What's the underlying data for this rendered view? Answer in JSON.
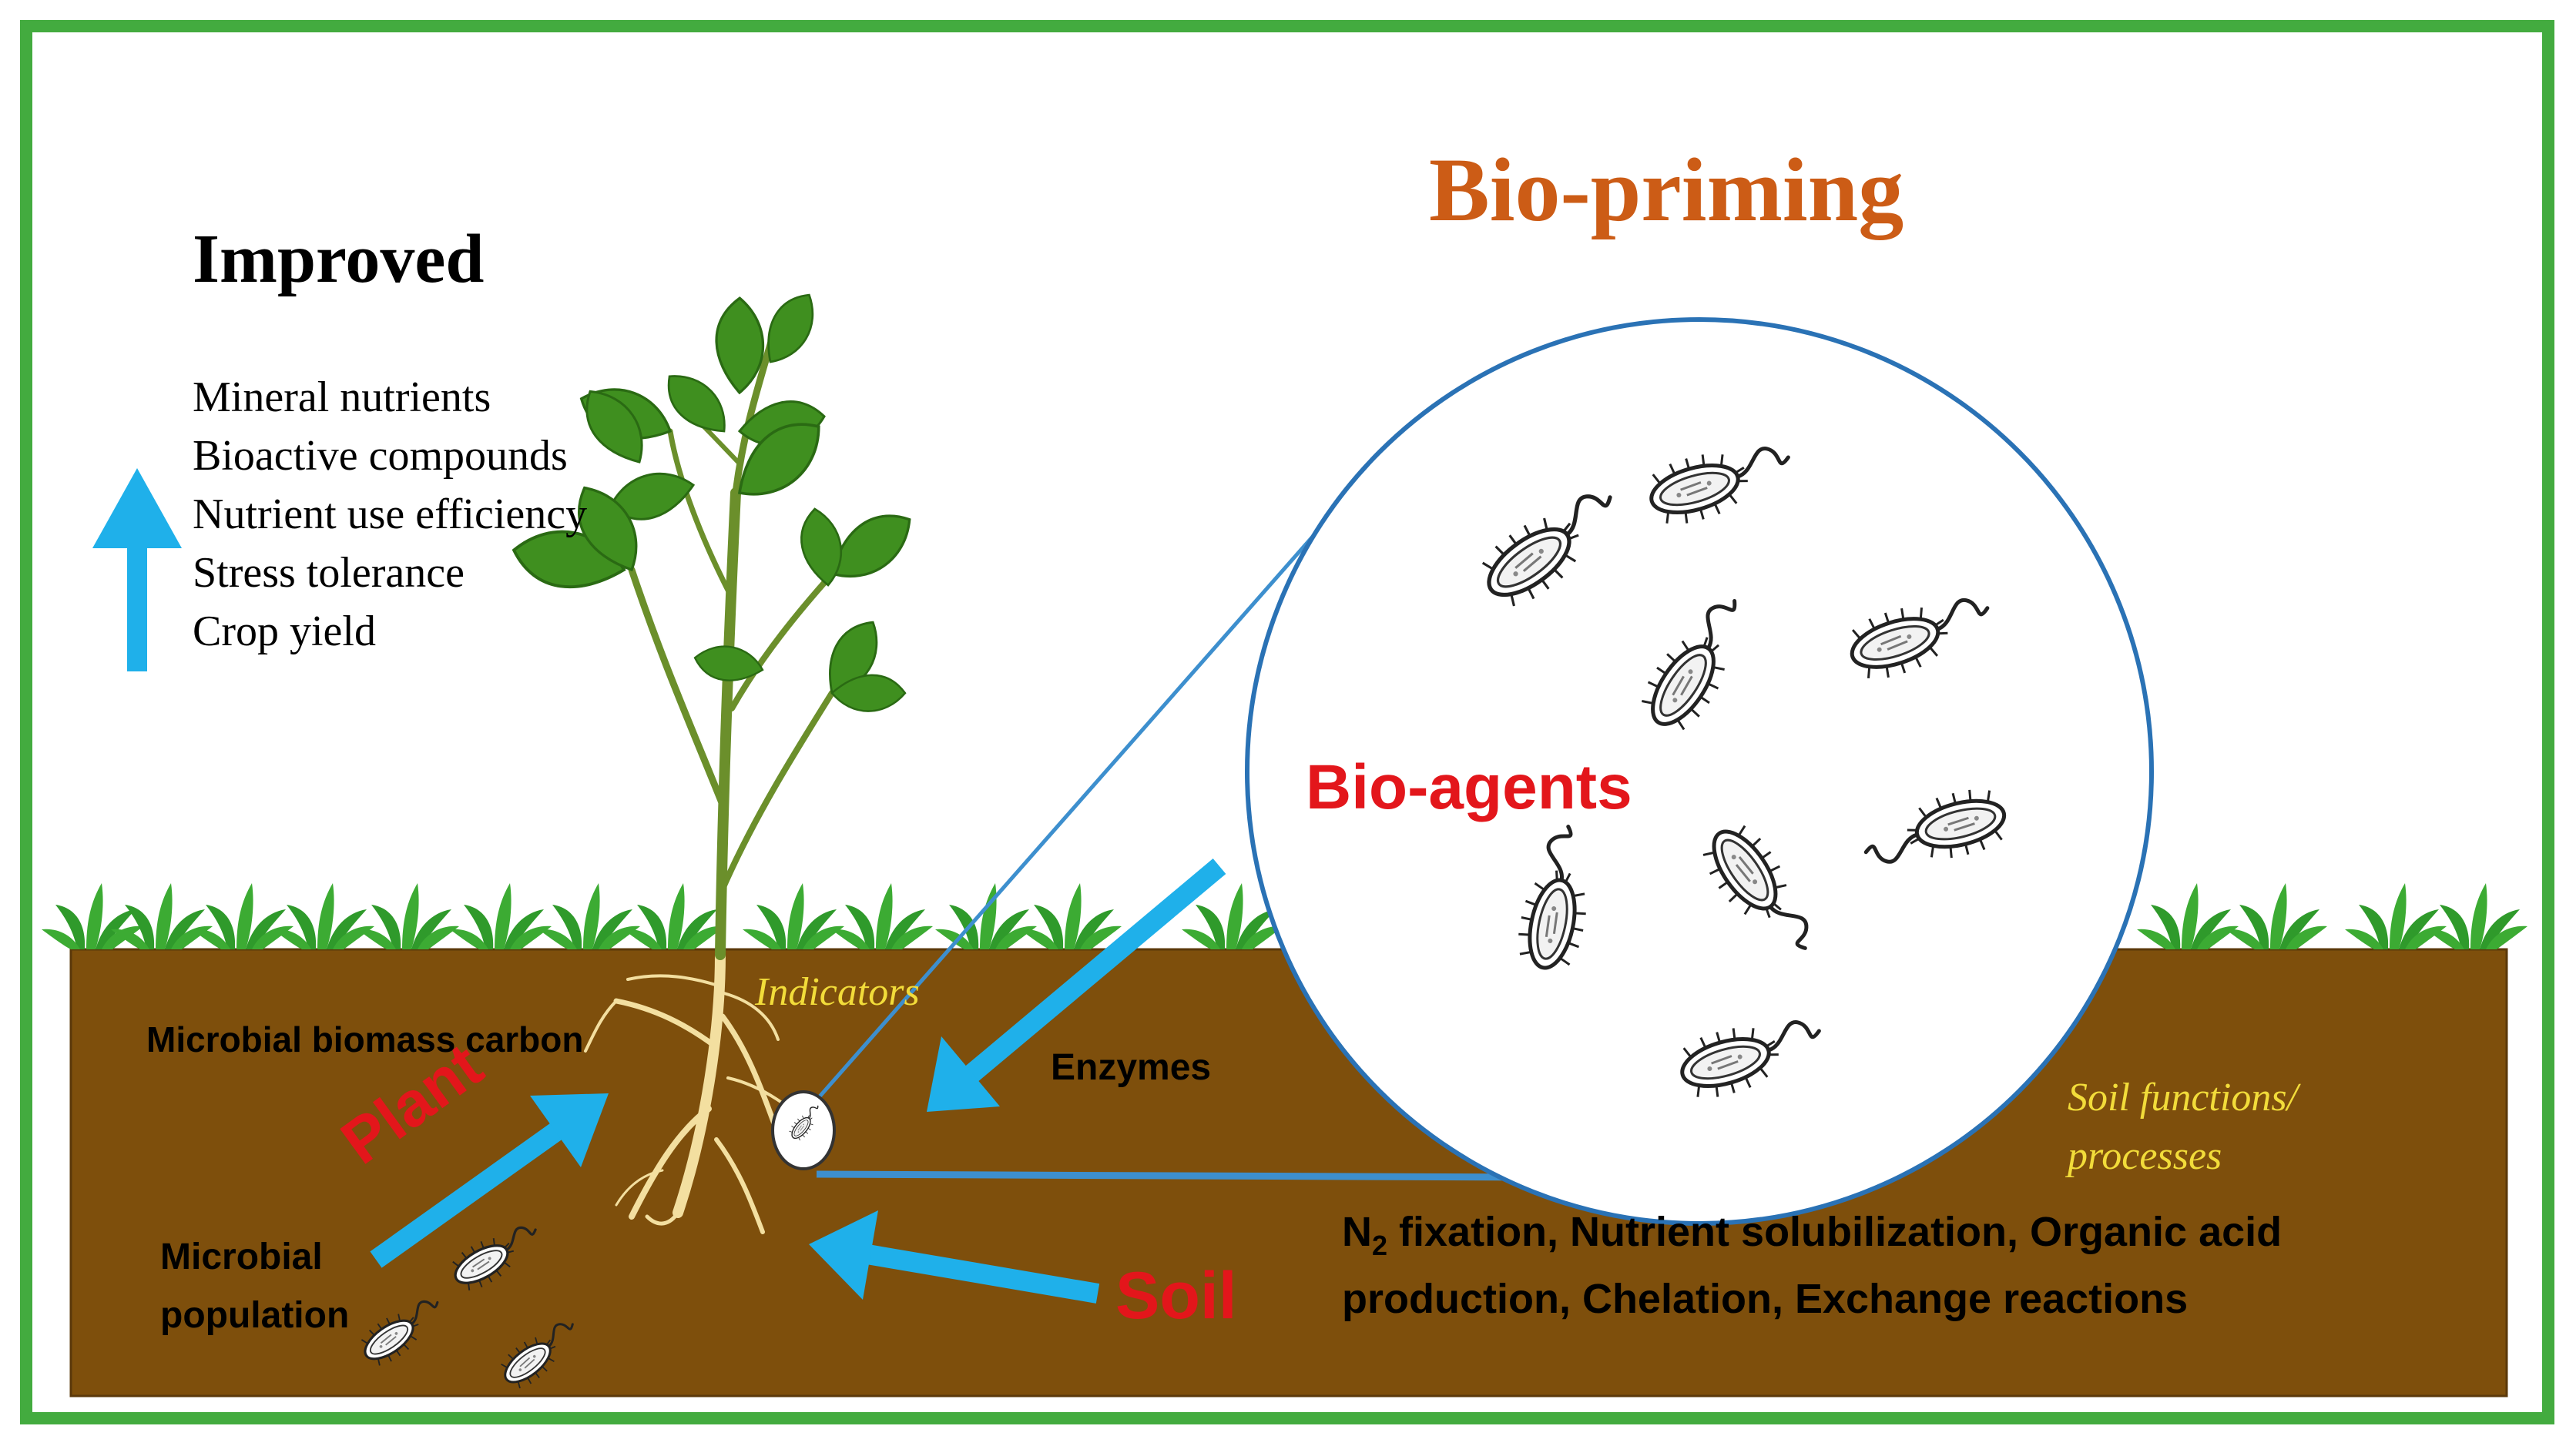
{
  "title": "Bio-priming",
  "improved": {
    "heading": "Improved",
    "items": [
      "Mineral nutrients",
      "Bioactive compounds",
      "Nutrient use efficiency",
      "Stress tolerance",
      "Crop yield"
    ]
  },
  "labels": {
    "bio_agents": "Bio-agents",
    "indicators": "Indicators",
    "microbial_biomass_carbon": "Microbial biomass carbon",
    "enzymes": "Enzymes",
    "microbial_population_1": "Microbial",
    "microbial_population_2": "population",
    "plant": "Plant",
    "soil": "Soil",
    "soil_functions_1": "Soil functions/",
    "soil_functions_2": "processes"
  },
  "processes": {
    "n2_prefix": "N",
    "n2_sub": "2",
    "line1_rest": " fixation, Nutrient solubilization, Organic acid",
    "line2": "production, Chelation, Exchange reactions"
  },
  "colors": {
    "frame": "#43ab3f",
    "soil": "#7e4f0c",
    "arrow": "#1fb0ea",
    "title": "#cc5c16",
    "red_label": "#e3161b",
    "yellow_label": "#f2dc3a",
    "leaf": "#3f8f1f",
    "circle": "#2a72b5"
  },
  "icons": [
    "up-arrow-icon",
    "plant-icon",
    "grass-icon",
    "bacterium-icon",
    "magnifier-circle-icon"
  ]
}
